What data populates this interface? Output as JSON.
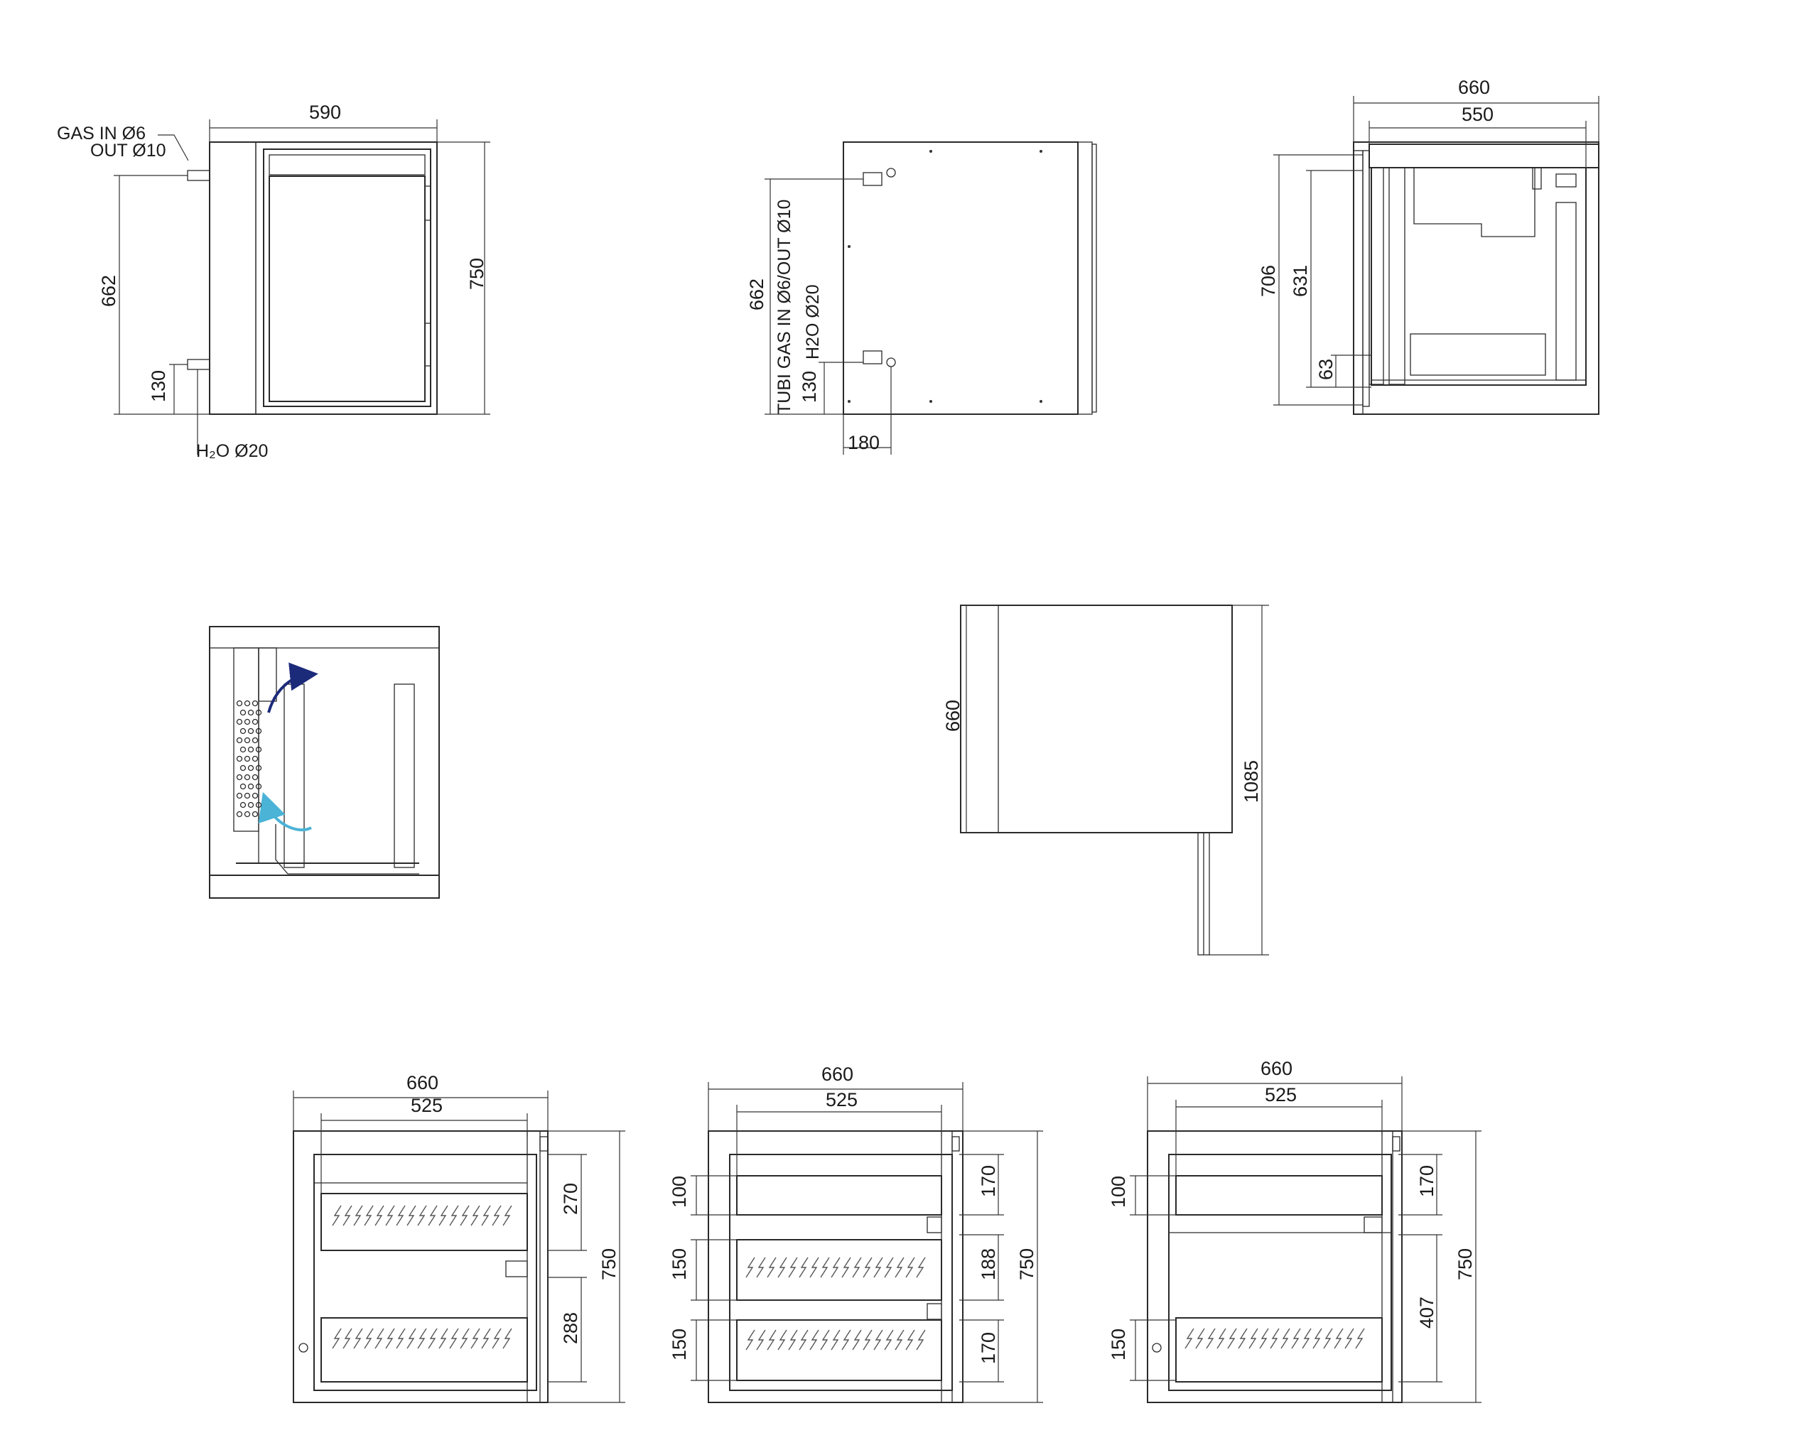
{
  "view1": {
    "gas_in": "GAS IN Ø6",
    "out": "OUT Ø10",
    "h2o": "H₂O Ø20",
    "width": "590",
    "height": "750",
    "h_upper": "662",
    "h_lower": "130"
  },
  "view2": {
    "tubi": "TUBI GAS IN Ø6/OUT Ø10",
    "h2o": "H2O Ø20",
    "h_upper": "662",
    "h_lower": "130",
    "width": "180"
  },
  "view3": {
    "outer_width": "660",
    "inner_width": "550",
    "height_outer": "706",
    "height_inner": "631",
    "height_small": "63"
  },
  "view5": {
    "depth": "660",
    "depth_open": "1085"
  },
  "view6": {
    "outer_width": "660",
    "inner_width": "525",
    "height": "750",
    "drawer_top": "270",
    "drawer_bottom": "288"
  },
  "view7": {
    "outer_width": "660",
    "inner_width": "525",
    "height": "750",
    "left_top": "100",
    "left_mid": "150",
    "left_bottom": "150",
    "right_top": "170",
    "right_mid": "188",
    "right_bottom": "170"
  },
  "view8": {
    "outer_width": "660",
    "inner_width": "525",
    "height": "750",
    "left_top": "100",
    "left_bottom": "150",
    "right_top": "170",
    "right_bottom": "407"
  },
  "colors": {
    "line": "#2a2a2a",
    "arrow_dark": "#1c2a7a",
    "arrow_light": "#4ab3d6"
  }
}
